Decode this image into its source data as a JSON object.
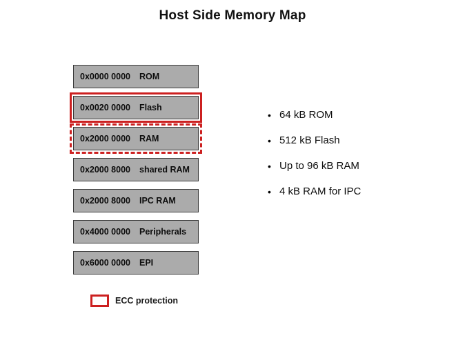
{
  "slide": {
    "title": "Host Side Memory Map",
    "background_color": "#ffffff"
  },
  "colors": {
    "block_fill": "#ABABAB",
    "block_border": "#3a3a3a",
    "ecc_red": "#CC2020",
    "text": "#0d0d0d"
  },
  "memory_map": {
    "blocks": [
      {
        "address": "0x0000 0000",
        "label": "ROM",
        "ecc": "none"
      },
      {
        "address": "0x0020 0000",
        "label": "Flash",
        "ecc": "solid"
      },
      {
        "address": "0x2000 0000",
        "label": "RAM",
        "ecc": "dashed"
      },
      {
        "address": "0x2000 8000",
        "label": "shared RAM",
        "ecc": "none"
      },
      {
        "address": "0x2000 8000",
        "label": "IPC RAM",
        "ecc": "none"
      },
      {
        "address": "0x4000 0000",
        "label": "Peripherals",
        "ecc": "none"
      },
      {
        "address": "0x6000 0000",
        "label": "EPI",
        "ecc": "none"
      }
    ]
  },
  "legend": {
    "swatch_icon": "red-rectangle-outline-icon",
    "text": "ECC protection"
  },
  "bullets": {
    "marker": "•",
    "items": [
      {
        "text": "64 kB ROM"
      },
      {
        "text": "512 kB Flash"
      },
      {
        "text": "Up to 96 kB RAM"
      },
      {
        "text": "4 kB RAM for IPC"
      }
    ]
  }
}
